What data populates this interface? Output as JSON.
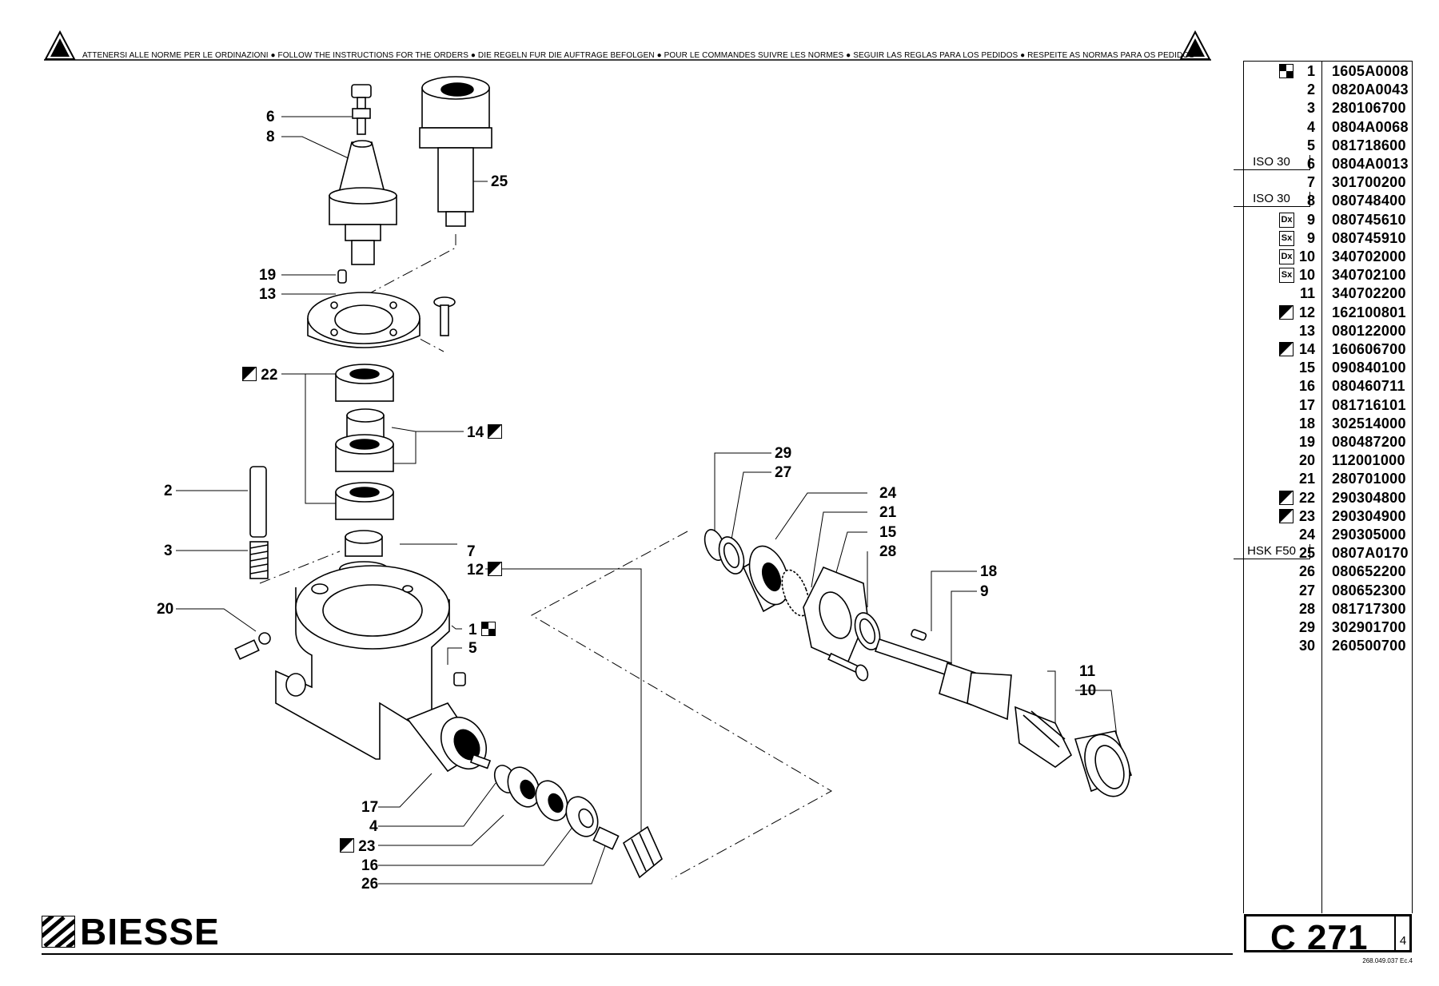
{
  "banner": {
    "text": "ATTENERSI ALLE NORME PER LE ORDINAZIONI  ●  FOLLOW THE INSTRUCTIONS FOR THE ORDERS  ●  DIE REGELN FUR DIE AUFTRAGE BEFOLGEN  ●  POUR LE COMMANDES SUIVRE LES NORMES  ●  SEGUIR LAS REGLAS PARA LOS PEDIDOS  ●  RESPEITE AS NORMAS PARA OS PEDIDOS"
  },
  "callouts": {
    "c6": "6",
    "c8": "8",
    "c25": "25",
    "c19": "19",
    "c13": "13",
    "c22": "22",
    "c14": "14",
    "c2": "2",
    "c3": "3",
    "c7": "7",
    "c12": "12",
    "c20": "20",
    "c1": "1",
    "c5": "5",
    "c17": "17",
    "c4": "4",
    "c23": "23",
    "c16": "16",
    "c26": "26",
    "c29": "29",
    "c27": "27",
    "c24": "24",
    "c21": "21",
    "c15": "15",
    "c28": "28",
    "c18": "18",
    "c9": "9",
    "c11": "11",
    "c10": "10"
  },
  "parts_list": [
    {
      "num": "1",
      "code": "1605A0008",
      "mark": "check"
    },
    {
      "num": "2",
      "code": "0820A0043"
    },
    {
      "num": "3",
      "code": "280106700"
    },
    {
      "num": "4",
      "code": "0804A0068"
    },
    {
      "num": "5",
      "code": "081718600"
    },
    {
      "num": "6",
      "code": "0804A0013",
      "variant": "ISO 30"
    },
    {
      "num": "7",
      "code": "301700200"
    },
    {
      "num": "8",
      "code": "080748400",
      "variant": "ISO 30"
    },
    {
      "num": "9",
      "code": "080745610",
      "side": "Dx"
    },
    {
      "num": "9",
      "code": "080745910",
      "side": "Sx"
    },
    {
      "num": "10",
      "code": "340702000",
      "side": "Dx"
    },
    {
      "num": "10",
      "code": "340702100",
      "side": "Sx"
    },
    {
      "num": "11",
      "code": "340702200"
    },
    {
      "num": "12",
      "code": "162100801",
      "mark": "half"
    },
    {
      "num": "13",
      "code": "080122000"
    },
    {
      "num": "14",
      "code": "160606700",
      "mark": "half"
    },
    {
      "num": "15",
      "code": "090840100"
    },
    {
      "num": "16",
      "code": "080460711"
    },
    {
      "num": "17",
      "code": "081716101"
    },
    {
      "num": "18",
      "code": "302514000"
    },
    {
      "num": "19",
      "code": "080487200"
    },
    {
      "num": "20",
      "code": "112001000"
    },
    {
      "num": "21",
      "code": "280701000"
    },
    {
      "num": "22",
      "code": "290304800",
      "mark": "half"
    },
    {
      "num": "23",
      "code": "290304900",
      "mark": "half"
    },
    {
      "num": "24",
      "code": "290305000"
    },
    {
      "num": "25",
      "code": "0807A0170",
      "variant": "HSK F50"
    },
    {
      "num": "26",
      "code": "080652200"
    },
    {
      "num": "27",
      "code": "080652300"
    },
    {
      "num": "28",
      "code": "081717300"
    },
    {
      "num": "29",
      "code": "302901700"
    },
    {
      "num": "30",
      "code": "260500700"
    }
  ],
  "brand": {
    "name": "BIESSE"
  },
  "drawing": {
    "code": "C 271",
    "page": "4",
    "doc_ref": "268.049.037 Ec.4"
  }
}
